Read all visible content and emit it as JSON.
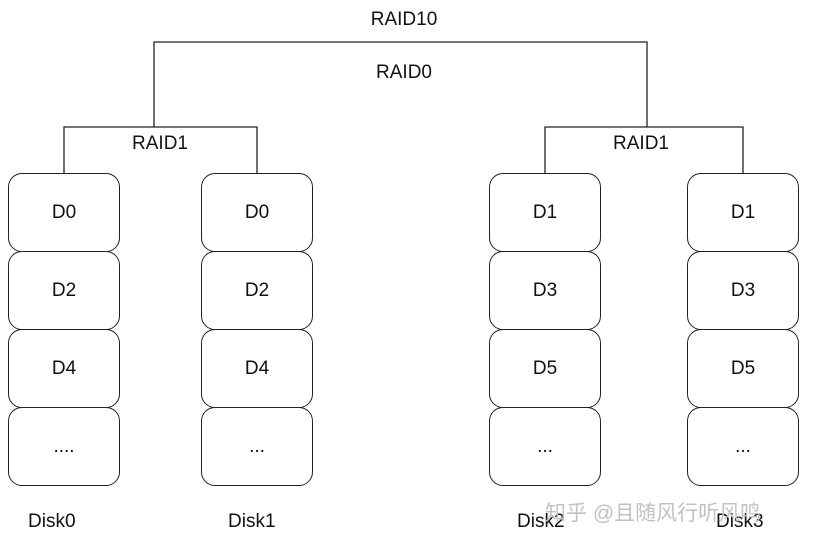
{
  "labels": {
    "raid10": "RAID10",
    "raid0": "RAID0",
    "raid1_left": "RAID1",
    "raid1_right": "RAID1"
  },
  "disks": [
    {
      "name": "Disk0",
      "blocks": [
        "D0",
        "D2",
        "D4",
        "...."
      ]
    },
    {
      "name": "Disk1",
      "blocks": [
        "D0",
        "D2",
        "D4",
        "..."
      ]
    },
    {
      "name": "Disk2",
      "blocks": [
        "D1",
        "D3",
        "D5",
        "..."
      ]
    },
    {
      "name": "Disk3",
      "blocks": [
        "D1",
        "D3",
        "D5",
        "..."
      ]
    }
  ],
  "watermark": {
    "text": "知乎 @且随风行听风鸣"
  }
}
